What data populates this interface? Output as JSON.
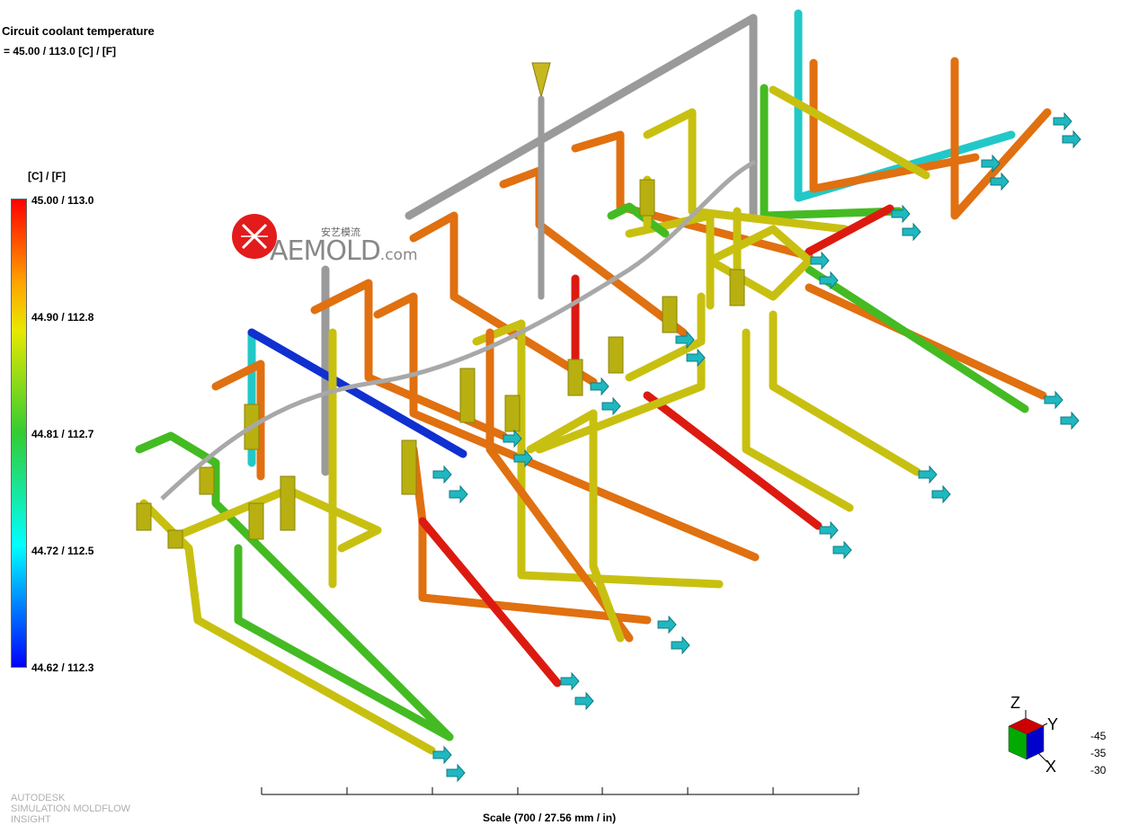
{
  "result": {
    "title": "Circuit coolant temperature",
    "range_text": "= 45.00 / 113.0 [C] / [F]"
  },
  "legend": {
    "unit": "[C] / [F]",
    "ticks": [
      "45.00 / 113.0",
      "44.90 / 112.8",
      "44.81 / 112.7",
      "44.72 / 112.5",
      "44.62 / 112.3"
    ],
    "colors": [
      "#ff0000",
      "#ffa500",
      "#e8e800",
      "#33cc33",
      "#00ffff",
      "#0000ff"
    ]
  },
  "watermark": {
    "brand": "AEMOLD",
    "suffix": ".com",
    "chinese": "安艺模流"
  },
  "software": {
    "lines": [
      "AUTODESK",
      "SIMULATION MOLDFLOW",
      "INSIGHT"
    ]
  },
  "scale": {
    "caption": "Scale (700 / 27.56 mm / in)"
  },
  "axis_triad": {
    "z": "Z",
    "y": "Y",
    "x": "X",
    "values": [
      "-45",
      "-35",
      "-30"
    ]
  }
}
